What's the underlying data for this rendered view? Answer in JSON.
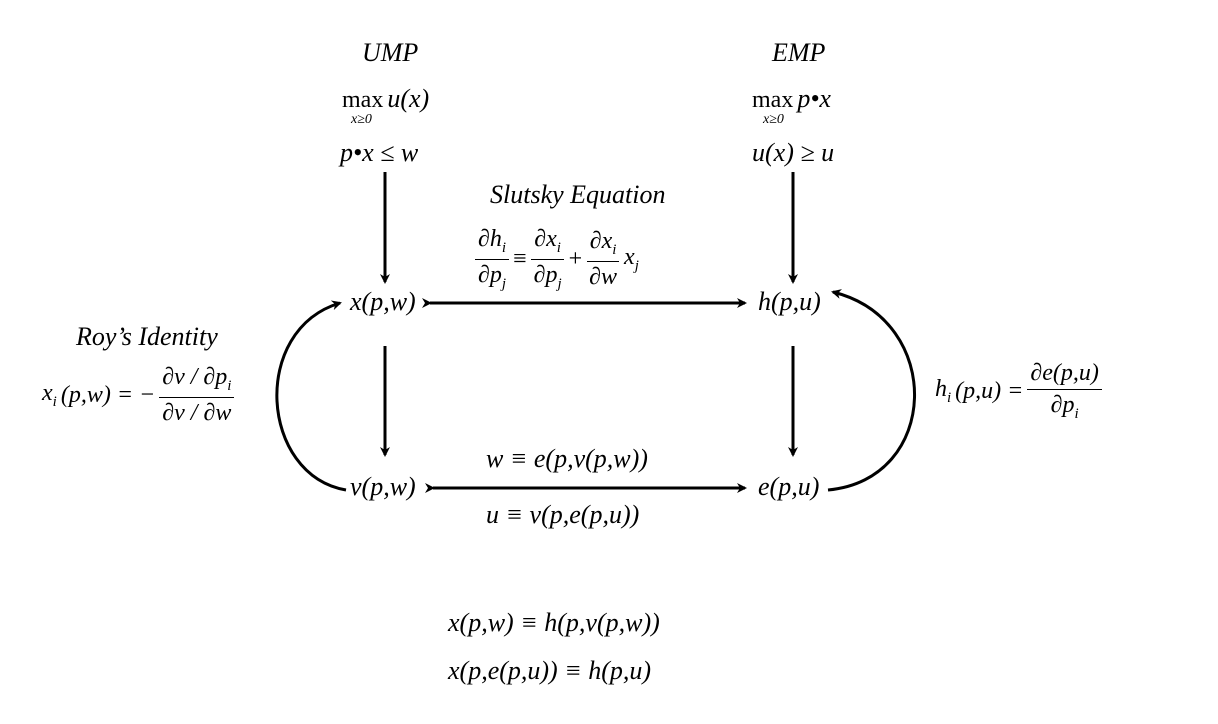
{
  "ump": {
    "title": "UMP",
    "objective": "u(x)",
    "max_word": "max",
    "max_sub": "x≥0",
    "constraint": "p•x ≤ w"
  },
  "emp": {
    "title": "EMP",
    "objective": "p•x",
    "max_word": "max",
    "max_sub": "x≥0",
    "constraint": "u(x) ≥ u"
  },
  "slutsky": {
    "title": "Slutsky Equation",
    "lhs_num": "∂h",
    "lhs_num_sub": "i",
    "lhs_den": "∂p",
    "lhs_den_sub": "j",
    "equiv": "≡",
    "t1_num": "∂x",
    "t1_num_sub": "i",
    "t1_den": "∂p",
    "t1_den_sub": "j",
    "plus": "+",
    "t2_num": "∂x",
    "t2_num_sub": "i",
    "t2_den": "∂w",
    "t2_tail": "x",
    "t2_tail_sub": "j"
  },
  "nodes": {
    "x": "x(p,w)",
    "h": "h(p,u)",
    "v": "v(p,w)",
    "e": "e(p,u)"
  },
  "roy": {
    "title": "Roy’s Identity",
    "lhs": "x",
    "lhs_sub": "i",
    "lhs_args": "(p,w) = −",
    "num": "∂v / ∂p",
    "num_sub": "i",
    "den": "∂v / ∂w"
  },
  "shephard": {
    "lhs": "h",
    "lhs_sub": "i",
    "lhs_args": "(p,u) =",
    "num": "∂e(p,u)",
    "den": "∂p",
    "den_sub": "i"
  },
  "duality": {
    "top": "w ≡ e(p,v(p,w))",
    "bottom": "u ≡ v(p,e(p,u))"
  },
  "identities": {
    "line1": "x(p,w) ≡ h(p,v(p,w))",
    "line2": "x(p,e(p,u)) ≡ h(p,u)"
  }
}
